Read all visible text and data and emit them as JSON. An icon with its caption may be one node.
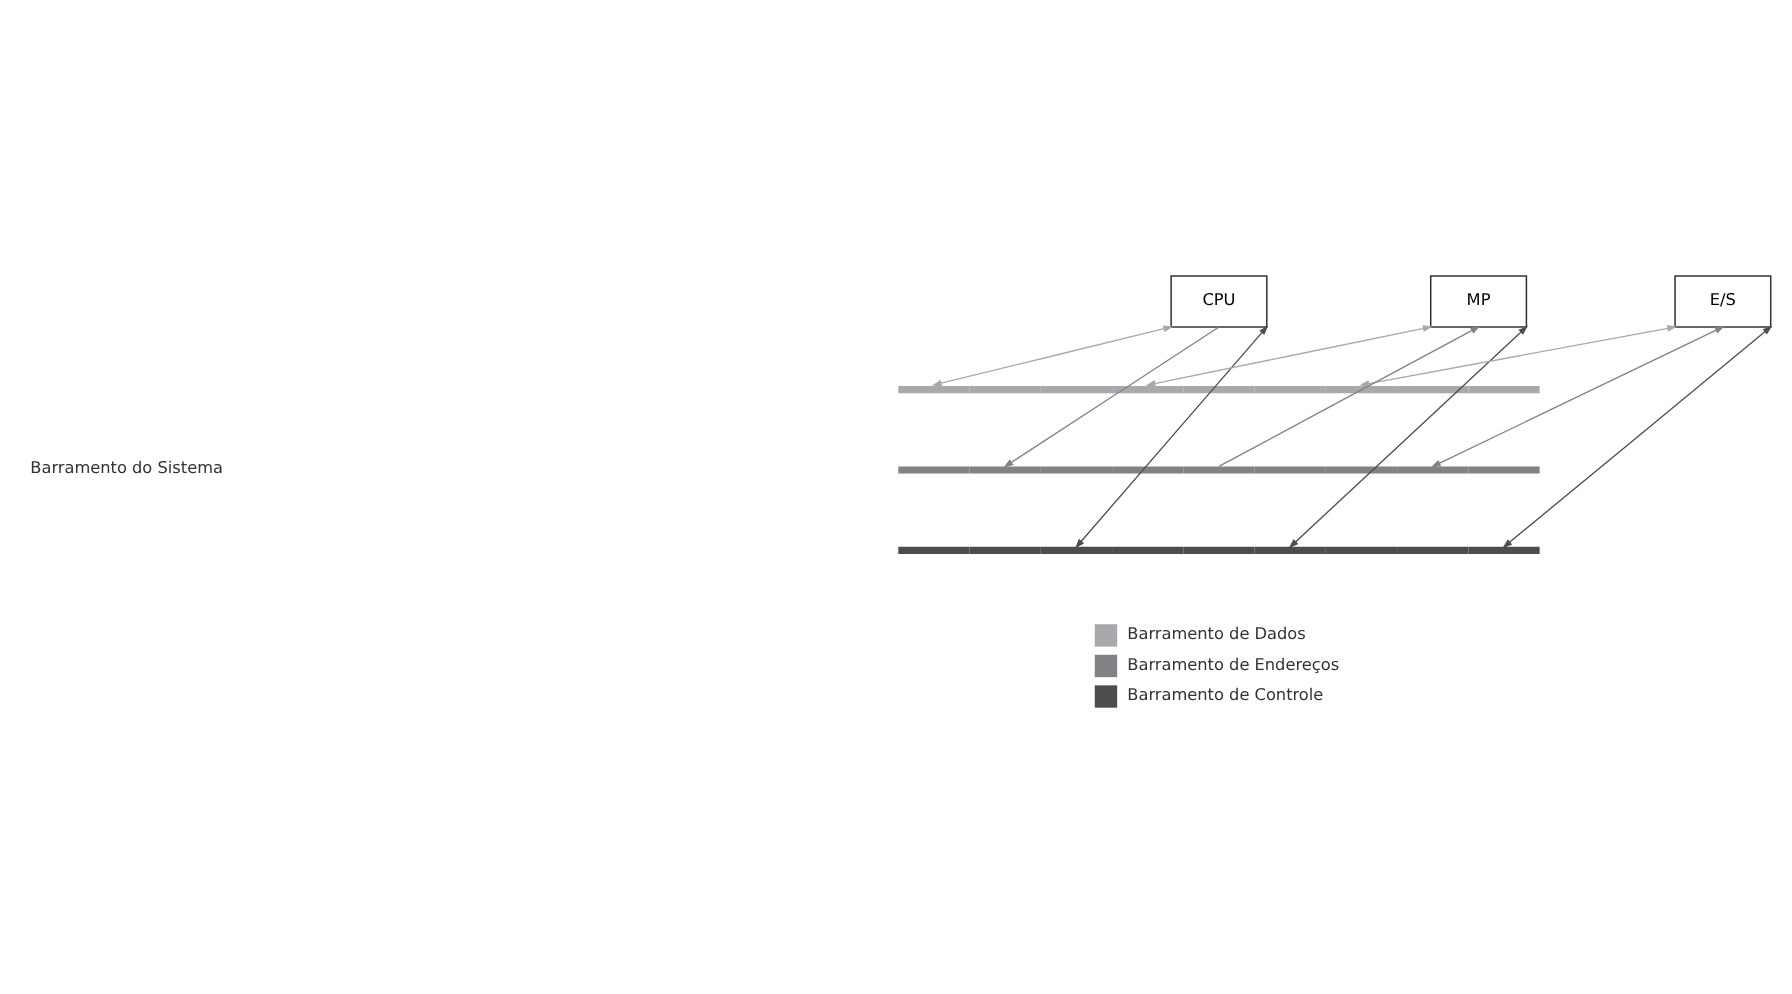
{
  "diagram": {
    "nodes": [
      {
        "text": [
          "CPU"
        ]
      },
      {
        "text": [
          "MP"
        ]
      },
      {
        "text": [
          "E/S"
        ]
      },
      {
        "text": [],
        "shape": "bar"
      },
      {
        "text": [],
        "shape": "bar"
      },
      {
        "text": [],
        "shape": "bar"
      }
    ],
    "edges": [
      {
        "from": 0,
        "to": 3,
        "arrow": "both",
        "color": "#a7a9ac"
      },
      {
        "from": 0,
        "to": 4,
        "arrow": "to",
        "color": "#808285"
      },
      {
        "from": 0,
        "to": 5,
        "arrow": "both",
        "color": "#4d4d4f"
      },
      {
        "from": 1,
        "to": 3,
        "arrow": "both",
        "color": "#a7a9ac"
      },
      {
        "from": 4,
        "to": 1,
        "arrow": "to",
        "color": "#808285"
      },
      {
        "from": 1,
        "to": 5,
        "arrow": "both",
        "color": "#4d4d4f"
      },
      {
        "from": 2,
        "to": 3,
        "arrow": "both",
        "color": "#a7a9ac"
      },
      {
        "from": 2,
        "to": 4,
        "arrow": "both",
        "color": "#808285"
      },
      {
        "from": 2,
        "to": 5,
        "arrow": "both",
        "color": "#4d4d4f"
      }
    ],
    "labels": [
      "Barramento do Sistema"
    ],
    "legend": [
      {
        "text": "Barramento de Dados",
        "color": "#a7a9ac"
      },
      {
        "text": "Barramento de Endereços",
        "color": "#808285"
      },
      {
        "text": "Barramento de Controle",
        "color": "#4d4d4f"
      }
    ]
  }
}
